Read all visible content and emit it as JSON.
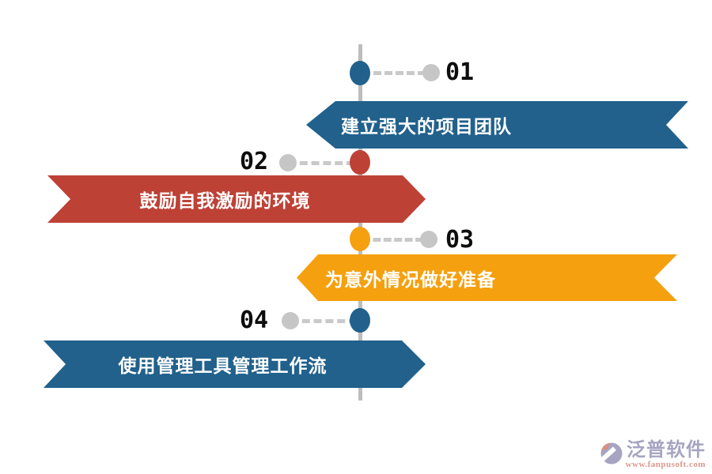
{
  "diagram": {
    "type": "vertical-timeline-ribbon",
    "line_color": "#bdbdbd",
    "dot_color": "#c6c6c6",
    "items": [
      {
        "number": "01",
        "label": "建立强大的项目团队",
        "color": "#21618c",
        "side": "right"
      },
      {
        "number": "02",
        "label": "鼓励自我激励的环境",
        "color": "#be4136",
        "side": "left"
      },
      {
        "number": "03",
        "label": "为意外情况做好准备",
        "color": "#f5a00f",
        "side": "right"
      },
      {
        "number": "04",
        "label": "使用管理工具管理工作流",
        "color": "#21618c",
        "side": "left"
      }
    ]
  },
  "footer": {
    "brand": "泛普软件",
    "url": "www.fanpusoft.com",
    "brand_color": "#a7a4c2",
    "url_color": "#dc988c"
  }
}
